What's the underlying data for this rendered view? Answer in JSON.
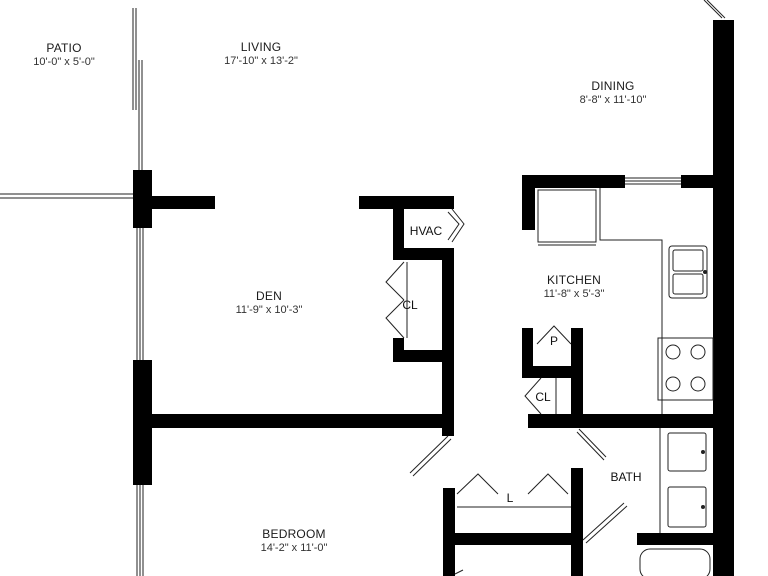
{
  "rooms": {
    "patio": {
      "name": "PATIO",
      "dim": "10'-0\" x 5'-0\""
    },
    "living": {
      "name": "LIVING",
      "dim": "17'-10\" x 13'-2\""
    },
    "dining": {
      "name": "DINING",
      "dim": "8'-8\" x 11'-10\""
    },
    "den": {
      "name": "DEN",
      "dim": "11'-9\" x 10'-3\""
    },
    "kitchen": {
      "name": "KITCHEN",
      "dim": "11'-8\" x 5'-3\""
    },
    "bedroom": {
      "name": "BEDROOM",
      "dim": "14'-2\" x 11'-0\""
    }
  },
  "labels": {
    "hvac": "HVAC",
    "closet_den": "CL",
    "pantry": "P",
    "closet_kitchen": "CL",
    "bath": "BATH",
    "linen": "L"
  }
}
